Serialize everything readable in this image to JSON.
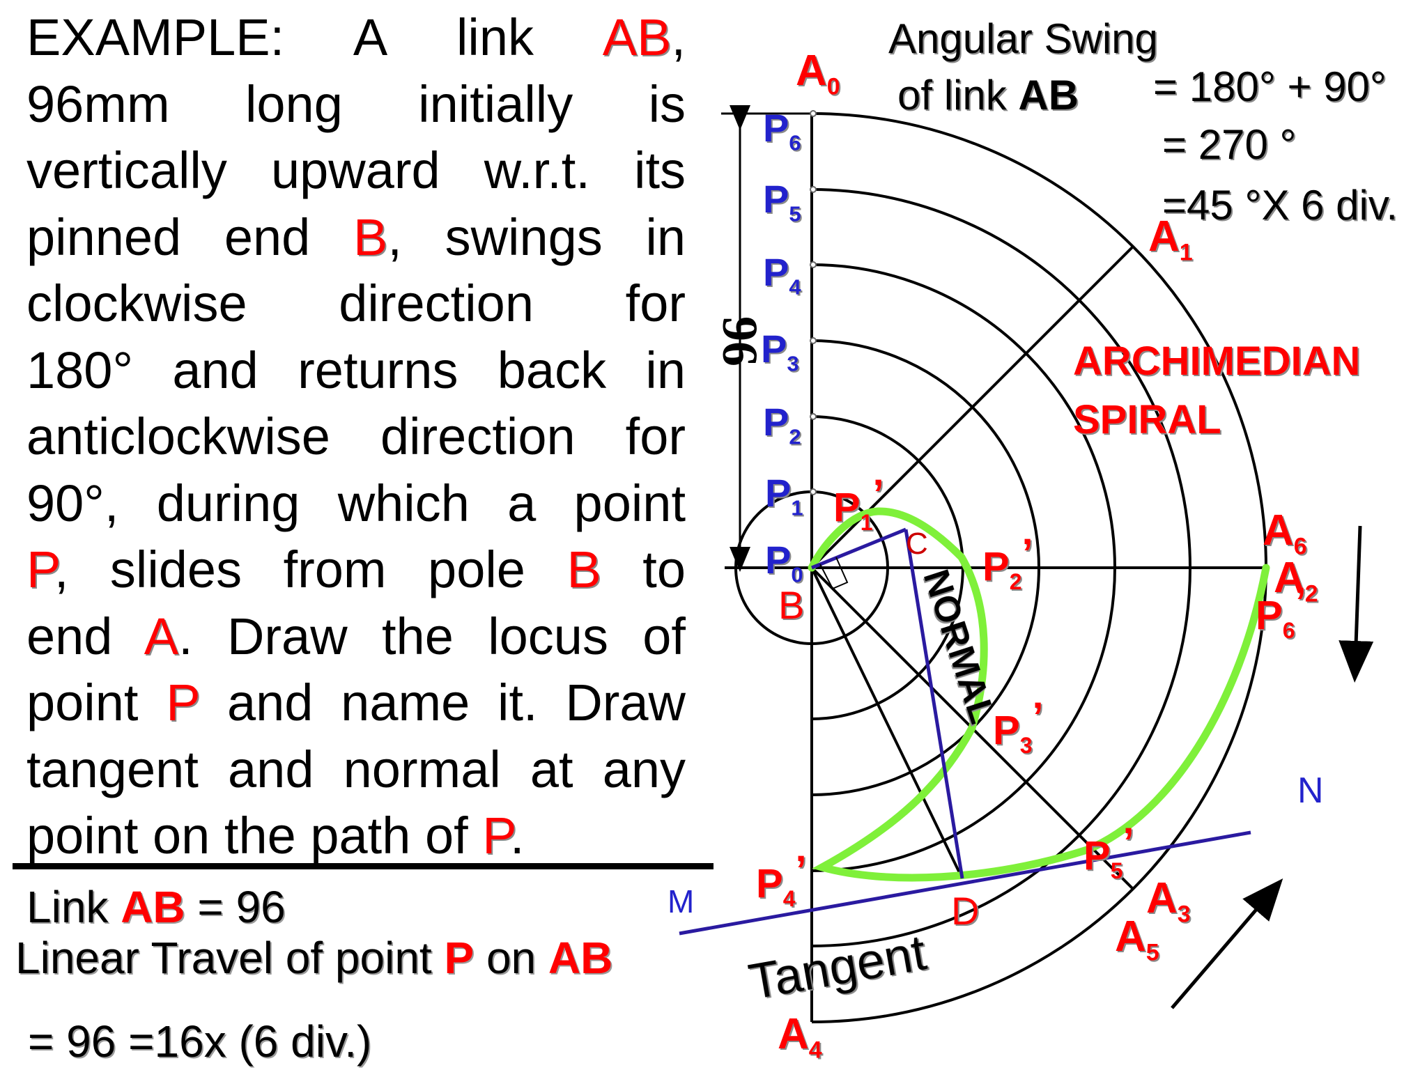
{
  "problem": {
    "lines": [
      [
        "EXAMPLE:",
        "A",
        "link",
        {
          "t": "AB",
          "hl": true
        },
        ","
      ],
      [
        "96mm",
        "long",
        "initially",
        "is"
      ],
      [
        "vertically",
        "upward",
        "w.r.t.",
        "its"
      ],
      [
        "pinned",
        "end",
        {
          "t": "B",
          "hl": true
        },
        ",",
        "swings",
        "in"
      ],
      [
        "clockwise",
        "direction",
        "for"
      ],
      [
        "180°",
        "and",
        "returns",
        "back",
        "in"
      ],
      [
        "anticlockwise",
        "direction",
        "for"
      ],
      [
        "90°,",
        "during",
        "which",
        "a",
        "point"
      ],
      [
        {
          "t": "P",
          "hl": true
        },
        ",",
        "slides",
        "from",
        "pole",
        {
          "t": "B",
          "hl": true
        },
        "to"
      ],
      [
        "end",
        {
          "t": "A",
          "hl": true
        },
        ".",
        "Draw",
        "the",
        "locus",
        "of"
      ],
      [
        "point",
        {
          "t": "P",
          "hl": true
        },
        "and",
        "name",
        "it.",
        "Draw"
      ],
      [
        "tangent",
        "and",
        "normal",
        "at",
        "any"
      ],
      [
        "point",
        "on",
        "the",
        "path",
        "of",
        {
          "t": "P",
          "hl": true
        },
        "."
      ]
    ]
  },
  "bottom": {
    "line1_pre": "Link ",
    "line1_hl": "AB",
    "line1_post": " = 96",
    "line2_pre": "Linear Travel of point ",
    "line2_hl1": "P",
    "line2_mid": " on ",
    "line2_hl2": "AB",
    "line3": "= 96   =16x (6 div.)"
  },
  "swing": {
    "line1": "Angular Swing",
    "line2_pre": "of link ",
    "line2_bold": "AB",
    "eq1": "= 180° + 90°",
    "eq2": "= 270 °",
    "eq3": "=45 °X 6 div."
  },
  "diagram": {
    "dimension": "96",
    "spiral_name_1": "ARCHIMEDIAN",
    "spiral_name_2": "SPIRAL",
    "normal_label": "NORMAL",
    "tangent_label": "Tangent",
    "point_b": "B",
    "point_c": "C",
    "point_d": "D",
    "point_m": "M",
    "point_n": "N",
    "arc_labels": [
      {
        "base": "A",
        "sub": "0"
      },
      {
        "base": "A",
        "sub": "1"
      },
      {
        "base": "A",
        "sub": "6"
      },
      {
        "base": "A",
        "sub": "2"
      },
      {
        "base": "A",
        "sub": "3"
      },
      {
        "base": "A",
        "sub": "5"
      },
      {
        "base": "A",
        "sub": "4"
      }
    ],
    "p_labels": [
      {
        "base": "P",
        "sub": "6"
      },
      {
        "base": "P",
        "sub": "5"
      },
      {
        "base": "P",
        "sub": "4"
      },
      {
        "base": "P",
        "sub": "3"
      },
      {
        "base": "P",
        "sub": "2"
      },
      {
        "base": "P",
        "sub": "1"
      },
      {
        "base": "P",
        "sub": "0"
      }
    ],
    "locus_labels": [
      {
        "base": "P",
        "sub": "1",
        "prime": "’"
      },
      {
        "base": "P",
        "sub": "2",
        "prime": "’"
      },
      {
        "base": "P",
        "sub": "3",
        "prime": "’"
      },
      {
        "base": "P",
        "sub": "4",
        "prime": "’"
      },
      {
        "base": "P",
        "sub": "5",
        "prime": "’"
      },
      {
        "base": "P",
        "sub": "6",
        "prime": "’"
      }
    ],
    "colors": {
      "spiral": "#7ff03a",
      "construction": "#2a1aa0",
      "label_red": "#ff0000",
      "label_blue": "#2222cc"
    }
  }
}
